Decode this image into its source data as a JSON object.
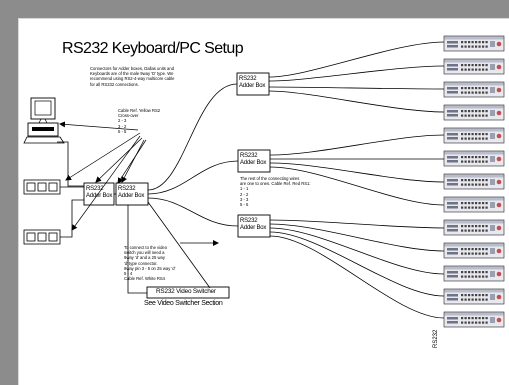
{
  "title": "RS232 Keyboard/PC Setup",
  "notes": {
    "top": "Connectors for Adder boxes, Dallas units and\nKeyboards are of the male 9way 'D' type. We\nrecommend using RS2-4-way multicore cable\nfor all RS232 connections.",
    "cable_top": "Cable Ref. Yellow RS2\nCross-over\n2 - 3\n3 - 2\n5 - 5",
    "middle": "The rest of the connecting wires\nare one to ones. Cable Ref. Red RS1:\n1 - 1\n2 - 2\n3 - 3\n5 - 5",
    "bottom": "To connect to the video\nswitch you will need a\n9way 'd' and a 25 way\n'd' type connector.\n9way pin 3 - 5 on 25 way 'd'\n5 - 4\nCable Ref. White RS4"
  },
  "boxes": {
    "adder_left": "RS232\nAdder Box",
    "adder_center": "RS232\nAdder Box",
    "adder_top": "RS232\nAdder Box",
    "adder_mid": "RS232\nAdder Box",
    "adder_bot": "RS232\nAdder Box"
  },
  "video_switcher": "RS232 Video Switcher",
  "video_switcher_section": "See Video Switcher Section",
  "vertical_label": "RS232",
  "icons": [
    "computer-icon",
    "keyboard-icon",
    "video-unit-icon"
  ],
  "colors": {
    "frame": "#8c8c8c",
    "ink": "#000000",
    "unit_fill": "#e8e8ee",
    "unit_knob": "#c05050"
  }
}
